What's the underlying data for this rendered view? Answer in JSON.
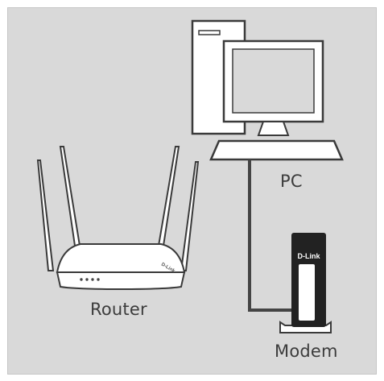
{
  "labels": {
    "router": "Router",
    "pc": "PC",
    "modem": "Modem"
  },
  "brand": {
    "router_logo": "D-Link",
    "modem_logo": "D-Link"
  },
  "colors": {
    "background_panel": "#d9d9d9",
    "device_white": "#ffffff",
    "outline": "#3a3a3a",
    "screen": "#d9d9d9",
    "modem_body": "#222222",
    "cable": "#444444"
  }
}
